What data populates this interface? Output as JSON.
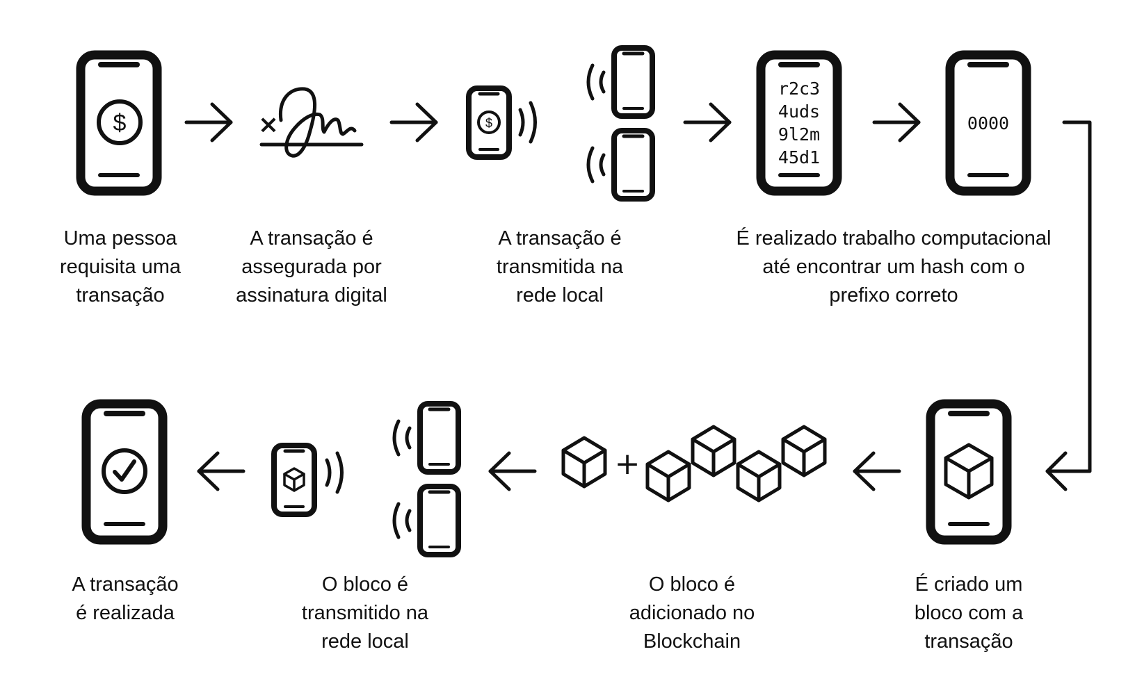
{
  "steps": [
    {
      "lines": [
        "Uma pessoa",
        "requisita uma",
        "transação"
      ]
    },
    {
      "lines": [
        "A transação é",
        "assegurada por",
        "assinatura digital"
      ]
    },
    {
      "lines": [
        "A transação é",
        "transmitida na",
        "rede local"
      ]
    },
    {
      "lines": [
        "É realizado trabalho computacional",
        "até encontrar um hash com o",
        "prefixo correto"
      ]
    },
    {
      "lines": [
        "É criado um",
        "bloco com a",
        "transação"
      ]
    },
    {
      "lines": [
        "O bloco é",
        "adicionado no",
        "Blockchain"
      ]
    },
    {
      "lines": [
        "O bloco é",
        "transmitido na",
        "rede local"
      ]
    },
    {
      "lines": [
        "A transação",
        "é realizada"
      ]
    }
  ],
  "icons": {
    "dollar": "$",
    "signature_mark": "×",
    "hash_candidates": [
      "r2c3",
      "4uds",
      "9l2m",
      "45d1"
    ],
    "hash_prefix": "0000",
    "plus": "+"
  },
  "colors": {
    "ink": "#111111",
    "background": "#ffffff"
  }
}
